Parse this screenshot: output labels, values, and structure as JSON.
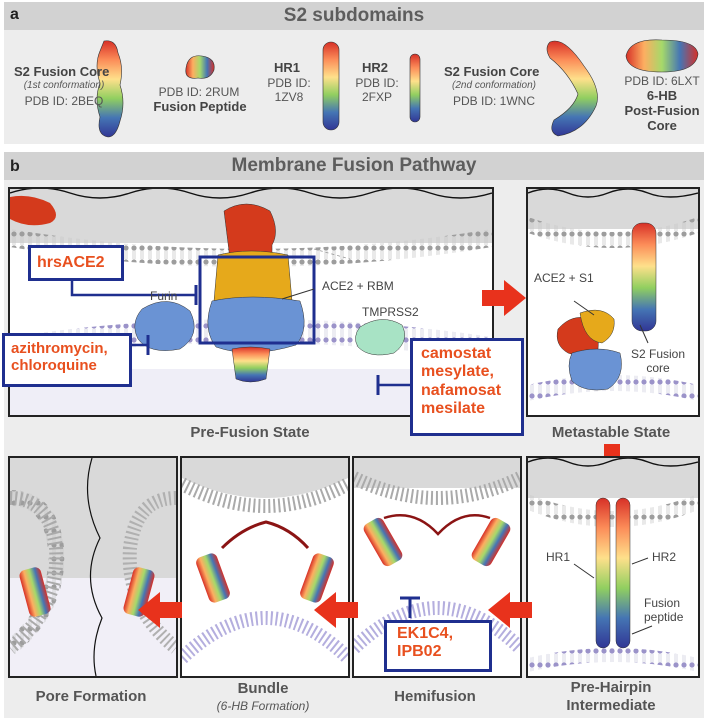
{
  "panel_a": {
    "letter": "a",
    "title": "S2 subdomains",
    "items": {
      "s2_core1_title": "S2 Fusion Core",
      "s2_core1_sub": "(1st conformation)",
      "s2_core1_pdb": "PDB ID: 2BEQ",
      "fp_pdb": "PDB ID: 2RUM",
      "fp_title": "Fusion Peptide",
      "hr1_title": "HR1",
      "hr1_pdb1": "PDB ID:",
      "hr1_pdb2": "1ZV8",
      "hr2_title": "HR2",
      "hr2_pdb1": "PDB ID:",
      "hr2_pdb2": "2FXP",
      "s2_core2_title": "S2 Fusion Core",
      "s2_core2_sub": "(2nd conformation)",
      "s2_core2_pdb": "PDB ID: 1WNC",
      "hb_pdb": "PDB ID: 6LXT",
      "hb_title1": "6-HB",
      "hb_title2": "Post-Fusion",
      "hb_title3": "Core"
    }
  },
  "panel_b": {
    "letter": "b",
    "title": "Membrane Fusion Pathway",
    "labels": {
      "ace2_rbm": "ACE2 + RBM",
      "tmprss2": "TMPRSS2",
      "furin": "Furin",
      "ace2_s1": "ACE2 + S1",
      "s2_fusion_core_1": "S2 Fusion",
      "s2_fusion_core_2": "core",
      "hr1": "HR1",
      "hr2": "HR2",
      "fusion_peptide_1": "Fusion",
      "fusion_peptide_2": "peptide"
    },
    "drugs": {
      "hrsace2": "hrsACE2",
      "azithro_1": "azithromycin,",
      "azithro_2": "chloroquine",
      "camostat_1": "camostat",
      "camostat_2": "mesylate,",
      "camostat_3": "nafamosat",
      "camostat_4": "mesilate",
      "ek1_1": "EK1C4,",
      "ek1_2": "IPB02"
    },
    "states": {
      "prefusion": "Pre-Fusion State",
      "metastable": "Metastable State",
      "pore": "Pore Formation",
      "bundle": "Bundle",
      "bundle_sub": "(6-HB Formation)",
      "hemifusion": "Hemifusion",
      "prehairpin_1": "Pre-Hairpin",
      "prehairpin_2": "Intermediate"
    }
  },
  "colors": {
    "drug_text": "#e8501f",
    "drug_border": "#1f2f8f",
    "arrow": "#e8321c",
    "header_bg": "#d2d2d2"
  }
}
